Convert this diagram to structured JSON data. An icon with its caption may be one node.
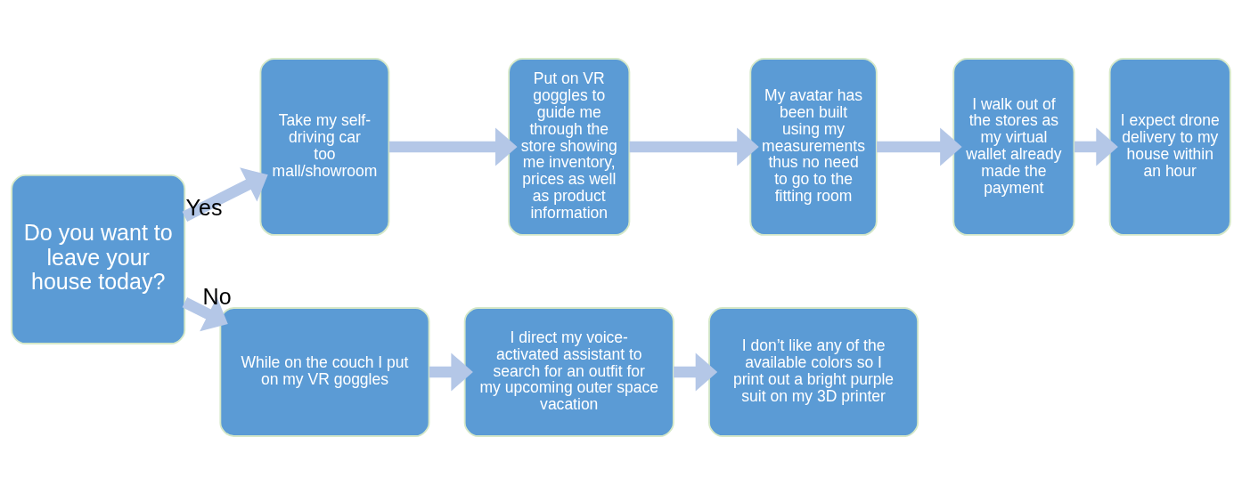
{
  "diagram": {
    "nodes": [
      {
        "text": [
          "Do you want to leave your house today?"
        ]
      },
      {
        "text": [
          "Take my self-driving car too mall/showroom"
        ]
      },
      {
        "text": [
          "Put on VR goggles to guide me through the store showing me inventory, prices as well as product information"
        ]
      },
      {
        "text": [
          "My avatar has been built using my measurements thus no need to go to the fitting room"
        ]
      },
      {
        "text": [
          "I walk out of the stores as my virtual wallet already made the payment"
        ]
      },
      {
        "text": [
          "I expect drone delivery to my house within an hour"
        ]
      },
      {
        "text": [
          "While on the couch I put on my VR goggles"
        ]
      },
      {
        "text": [
          "I direct my voice-activated assistant to search for an outfit for my upcoming outer space vacation"
        ]
      },
      {
        "text": [
          "I don’t like any of the available colors so I print out a bright purple suit on my 3D printer"
        ]
      }
    ],
    "edges": [
      {
        "from": 0,
        "to": 1,
        "arrow": "to",
        "label": "Yes"
      },
      {
        "from": 1,
        "to": 2,
        "arrow": "to"
      },
      {
        "from": 2,
        "to": 3,
        "arrow": "to"
      },
      {
        "from": 3,
        "to": 4,
        "arrow": "to"
      },
      {
        "from": 4,
        "to": 5,
        "arrow": "to"
      },
      {
        "from": 0,
        "to": 6,
        "arrow": "to",
        "label": "No"
      },
      {
        "from": 6,
        "to": 7,
        "arrow": "to"
      },
      {
        "from": 7,
        "to": 8,
        "arrow": "to"
      }
    ]
  }
}
